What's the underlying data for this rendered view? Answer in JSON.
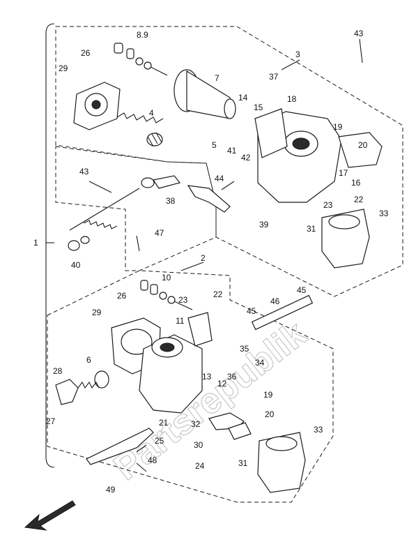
{
  "watermark": "Partsrepublik",
  "callouts": [
    {
      "id": "c1",
      "text": "1"
    },
    {
      "id": "c2",
      "text": "2"
    },
    {
      "id": "c3",
      "text": "3"
    },
    {
      "id": "c4",
      "text": "4"
    },
    {
      "id": "c5",
      "text": "5"
    },
    {
      "id": "c6",
      "text": "6"
    },
    {
      "id": "c7",
      "text": "7"
    },
    {
      "id": "c89",
      "text": "8.9"
    },
    {
      "id": "c10",
      "text": "10"
    },
    {
      "id": "c11",
      "text": "11"
    },
    {
      "id": "c12",
      "text": "12"
    },
    {
      "id": "c13",
      "text": "13"
    },
    {
      "id": "c14",
      "text": "14"
    },
    {
      "id": "c15",
      "text": "15"
    },
    {
      "id": "c16",
      "text": "16"
    },
    {
      "id": "c17",
      "text": "17"
    },
    {
      "id": "c18",
      "text": "18"
    },
    {
      "id": "c19a",
      "text": "19"
    },
    {
      "id": "c19b",
      "text": "19"
    },
    {
      "id": "c20a",
      "text": "20"
    },
    {
      "id": "c20b",
      "text": "20"
    },
    {
      "id": "c21",
      "text": "21"
    },
    {
      "id": "c22a",
      "text": "22"
    },
    {
      "id": "c22b",
      "text": "22"
    },
    {
      "id": "c23a",
      "text": "23"
    },
    {
      "id": "c23b",
      "text": "23"
    },
    {
      "id": "c24",
      "text": "24"
    },
    {
      "id": "c25",
      "text": "25"
    },
    {
      "id": "c26a",
      "text": "26"
    },
    {
      "id": "c26b",
      "text": "26"
    },
    {
      "id": "c27",
      "text": "27"
    },
    {
      "id": "c28",
      "text": "28"
    },
    {
      "id": "c29a",
      "text": "29"
    },
    {
      "id": "c29b",
      "text": "29"
    },
    {
      "id": "c30",
      "text": "30"
    },
    {
      "id": "c31a",
      "text": "31"
    },
    {
      "id": "c31b",
      "text": "31"
    },
    {
      "id": "c32",
      "text": "32"
    },
    {
      "id": "c33a",
      "text": "33"
    },
    {
      "id": "c33b",
      "text": "33"
    },
    {
      "id": "c34",
      "text": "34"
    },
    {
      "id": "c35",
      "text": "35"
    },
    {
      "id": "c36",
      "text": "36"
    },
    {
      "id": "c37",
      "text": "37"
    },
    {
      "id": "c38",
      "text": "38"
    },
    {
      "id": "c39",
      "text": "39"
    },
    {
      "id": "c40",
      "text": "40"
    },
    {
      "id": "c41",
      "text": "41"
    },
    {
      "id": "c42",
      "text": "42"
    },
    {
      "id": "c43a",
      "text": "43"
    },
    {
      "id": "c43b",
      "text": "43"
    },
    {
      "id": "c44",
      "text": "44"
    },
    {
      "id": "c45a",
      "text": "45"
    },
    {
      "id": "c45b",
      "text": "45"
    },
    {
      "id": "c46",
      "text": "46"
    },
    {
      "id": "c47",
      "text": "47"
    },
    {
      "id": "c48",
      "text": "48"
    },
    {
      "id": "c49",
      "text": "49"
    }
  ]
}
